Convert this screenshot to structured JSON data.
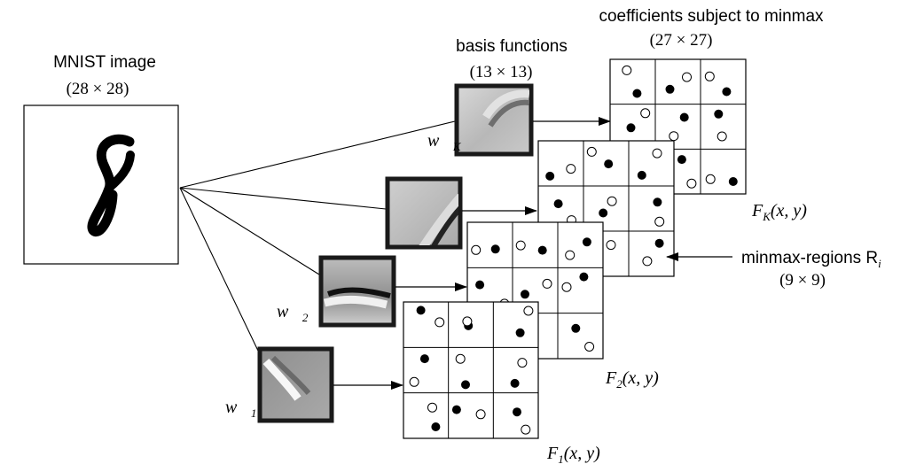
{
  "texts": {
    "mnist_title": "MNIST image",
    "mnist_size": "(28 × 28)",
    "basis_title": "basis functions",
    "basis_size": "(13 × 13)",
    "coeff_title": "coefficients subject to minmax",
    "coeff_size": "(27 × 27)",
    "regions_title": "minmax-regions R",
    "regions_title_sub": "i",
    "regions_size": "(9 × 9)"
  },
  "basis_labels": [
    {
      "id": "w1",
      "text": "w⃗",
      "sub": "1"
    },
    {
      "id": "w2",
      "text": "w⃗",
      "sub": "2"
    },
    {
      "id": "wK",
      "text": "w⃗",
      "sub": "K"
    }
  ],
  "map_labels": [
    {
      "id": "F1",
      "name": "F",
      "sub": "1",
      "args": "(x, y)"
    },
    {
      "id": "F2",
      "name": "F",
      "sub": "2",
      "args": "(x, y)"
    },
    {
      "id": "FK",
      "name": "F",
      "sub": "K",
      "args": "(x, y)"
    }
  ],
  "colors": {
    "ink": "#000000",
    "paper": "#ffffff",
    "basis_frame": "#1a1a1a",
    "basis_gray": "#b4b4b4"
  }
}
